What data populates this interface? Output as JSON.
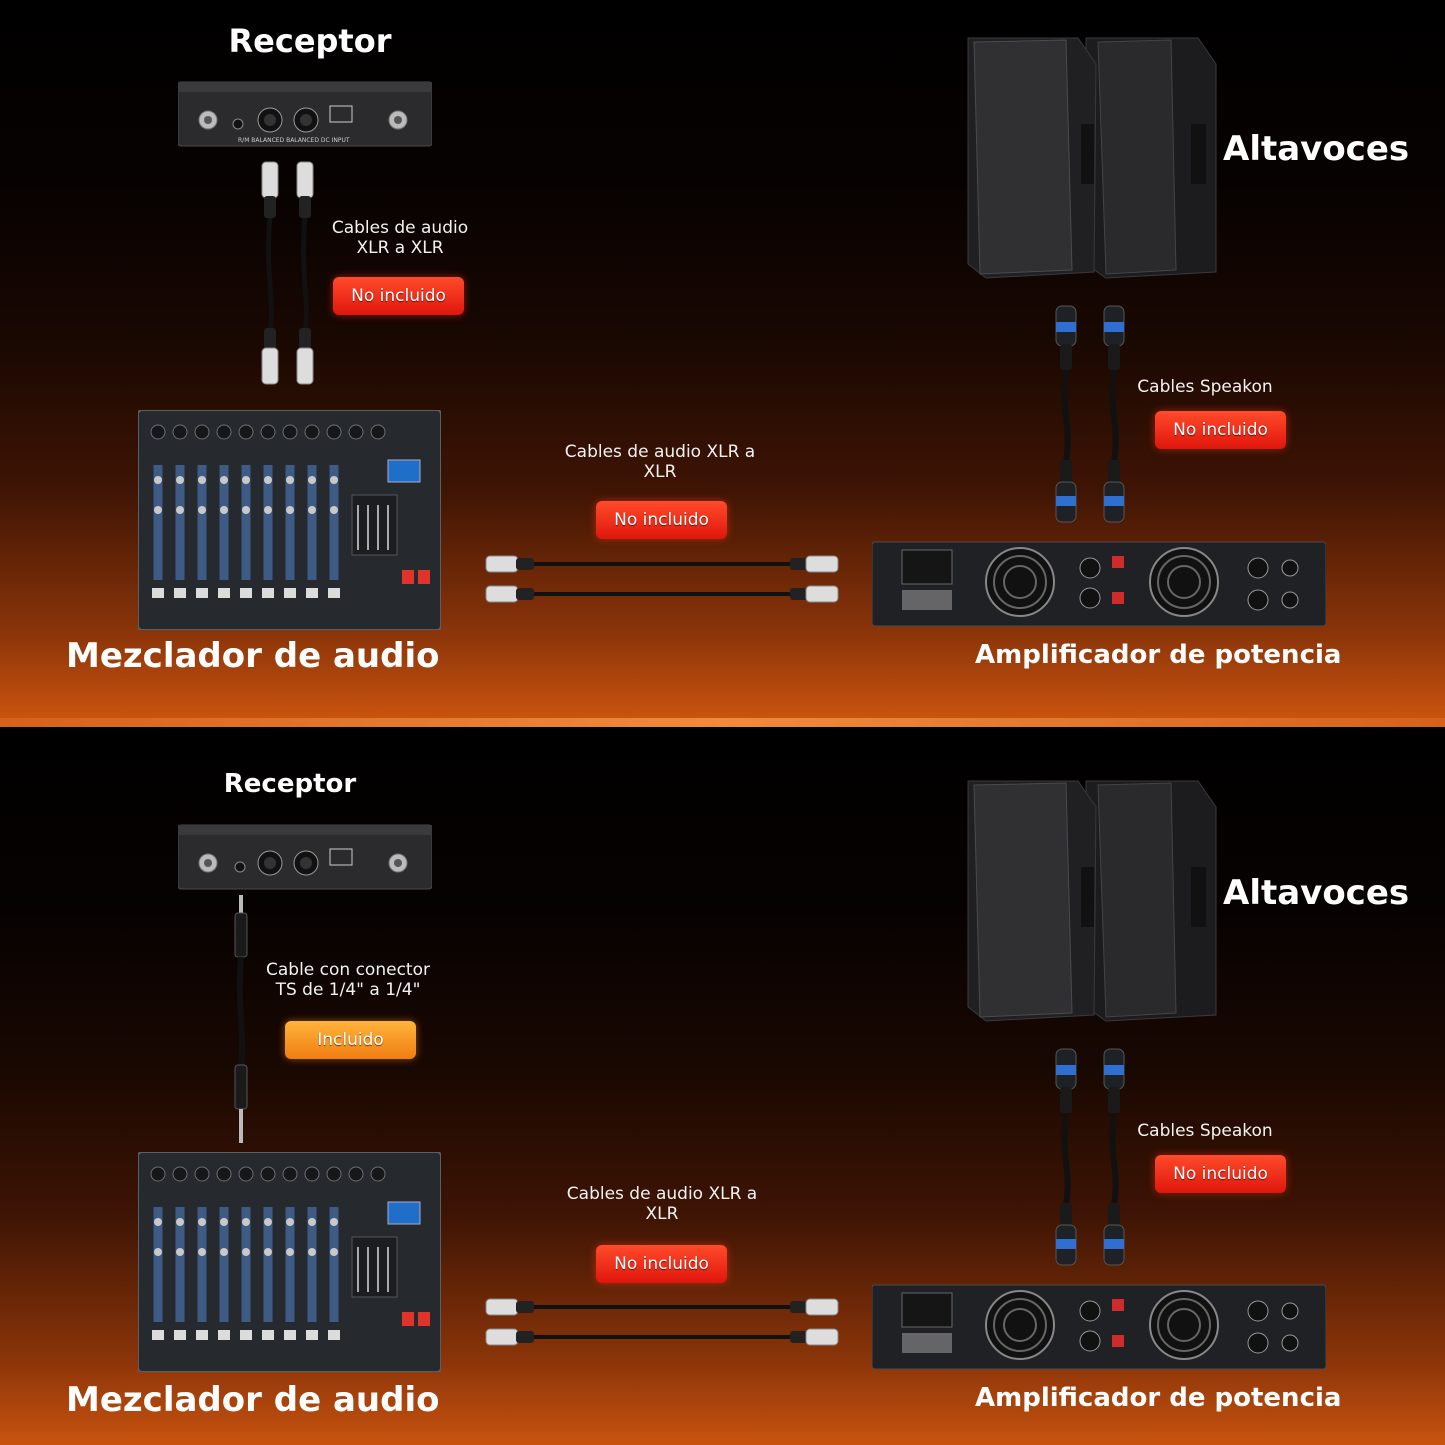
{
  "panels": [
    {
      "receiver_label": "Receptor",
      "speakers_label": "Altavoces",
      "mixer_label": "Mezclador de audio",
      "amp_label": "Amplificador de potencia",
      "cable_receiver_caption": "Cables de audio\nXLR a XLR",
      "cable_receiver_badge": "No incluido",
      "cable_mixer_caption": "Cables de audio XLR a\nXLR",
      "cable_mixer_badge": "No incluido",
      "cable_speakon_caption": "Cables Speakon",
      "cable_speakon_badge": "No incluido"
    },
    {
      "receiver_label": "Receptor",
      "speakers_label": "Altavoces",
      "mixer_label": "Mezclador de audio",
      "amp_label": "Amplificador de potencia",
      "cable_receiver_caption": "Cable con conector\nTS de 1/4\" a 1/4\"",
      "cable_receiver_badge": "Incluido",
      "cable_mixer_caption": "Cables de audio XLR a\nXLR",
      "cable_mixer_badge": "No incluido",
      "cable_speakon_caption": "Cables Speakon",
      "cable_speakon_badge": "No incluido"
    }
  ],
  "colors": {
    "badge_not_included": "#e8200f",
    "badge_included": "#f59a25",
    "divider": "#e8792e"
  }
}
